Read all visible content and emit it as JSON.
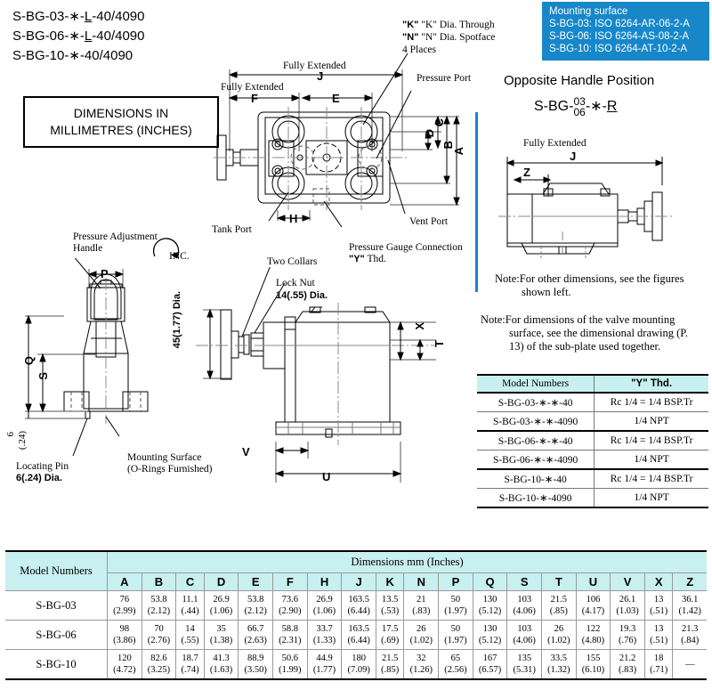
{
  "part_numbers": [
    {
      "pre": "S-BG-03-∗-",
      "ul": "L",
      "post": "-40/4090"
    },
    {
      "pre": "S-BG-06-∗-",
      "ul": "L",
      "post": "-40/4090"
    },
    {
      "pre": "S-BG-10-∗-40/4090",
      "ul": "",
      "post": ""
    }
  ],
  "dimensions_box": {
    "line1": "DIMENSIONS IN",
    "line2": "MILLIMETRES (INCHES)"
  },
  "mounting_surface": {
    "title": "Mounting surface",
    "lines": [
      "S-BG-03: ISO 6264-AR-06-2-A",
      "S-BG-06: ISO 6264-AS-08-2-A",
      "S-BG-10: ISO 6264-AT-10-2-A"
    ],
    "color": "#1787c9"
  },
  "opposite_handle": {
    "title": "Opposite Handle Position",
    "code_prefix": "S-BG-",
    "code_num_top": "03",
    "code_num_bottom": "06",
    "code_suffix": "-∗-",
    "code_letter": "R",
    "fully_extended": "Fully Extended",
    "dim_j": "J",
    "dim_z": "Z",
    "note_label": "Note:",
    "note_text": "For other dimensions, see the figures shown left."
  },
  "subplate_note": {
    "label": "Note:",
    "text": "For dimensions of the valve mounting surface, see the dimensional drawing (P. 13) of the sub-plate used together."
  },
  "top_drawing": {
    "fully_extended_j": "Fully Extended",
    "dim_j": "J",
    "fully_extended_f": "Fully Extended",
    "dim_f": "F",
    "dim_e": "E",
    "dim_h": "H",
    "dim_a": "A",
    "dim_b": "B",
    "dim_c": "C",
    "dim_d": "D",
    "callout_k": "\"K\" Dia. Through",
    "callout_n": "\"N\" Dia. Spotface",
    "callout_places": "4 Places",
    "pressure_port": "Pressure Port",
    "tank_port": "Tank Port",
    "vent_port": "Vent Port",
    "gauge_line1": "Pressure Gauge Connection",
    "gauge_line2": "\"Y\" Thd."
  },
  "left_drawing": {
    "handle_line1": "Pressure Adjustment",
    "handle_line2": "Handle",
    "inc": "INC.",
    "dim_p": "P",
    "dim_q": "Q",
    "dim_s": "S",
    "dim_6": "6",
    "dim_24": "(.24)",
    "locating_pin_line1": "Locating Pin",
    "locating_pin_line2": "6(.24) Dia.",
    "mounting_line1": "Mounting Surface",
    "mounting_line2": "(O-Rings Furnished)"
  },
  "mid_drawing": {
    "two_collars": "Two Collars",
    "lock_nut_line1": "Lock Nut",
    "lock_nut_line2": "14(.55) Dia.",
    "dia_45": "45(1.77)  Dia.",
    "dim_u": "U",
    "dim_v": "V",
    "dim_t": "T",
    "dim_x": "X"
  },
  "ythd_table": {
    "headers": [
      "Model Numbers",
      "\"Y\" Thd."
    ],
    "rows": [
      {
        "model": "S-BG-03-∗-∗-40",
        "thd": "Rc 1/4  = 1/4 BSP.Tr",
        "group": true
      },
      {
        "model": "S-BG-03-∗-∗-4090",
        "thd": "1/4 NPT",
        "group": false
      },
      {
        "model": "S-BG-06-∗-∗-40",
        "thd": "Rc 1/4 = 1/4 BSP.Tr",
        "group": true
      },
      {
        "model": "S-BG-06-∗-∗-4090",
        "thd": "1/4 NPT",
        "group": false
      },
      {
        "model": "S-BG-10-∗-40",
        "thd": "Rc 1/4 = 1/4 BSP.Tr",
        "group": true
      },
      {
        "model": "S-BG-10-∗-4090",
        "thd": "1/4 NPT",
        "group": false
      }
    ]
  },
  "chart_data": {
    "type": "table",
    "title": "Dimensions  mm (Inches)",
    "model_header": "Model Numbers",
    "columns": [
      "A",
      "B",
      "C",
      "D",
      "E",
      "F",
      "H",
      "J",
      "K",
      "N",
      "P",
      "Q",
      "S",
      "T",
      "U",
      "V",
      "X",
      "Z"
    ],
    "rows": [
      {
        "model": "S-BG-03",
        "mm": [
          "76",
          "53.8",
          "11.1",
          "26.9",
          "53.8",
          "73.6",
          "26.9",
          "163.5",
          "13.5",
          "21",
          "50",
          "130",
          "103",
          "21.5",
          "106",
          "26.1",
          "13",
          "36.1"
        ],
        "inch": [
          "(2.99)",
          "(2.12)",
          "(.44)",
          "(1.06)",
          "(2.12)",
          "(2.90)",
          "(1.06)",
          "(6.44)",
          "(.53)",
          "(.83)",
          "(1.97)",
          "(5.12)",
          "(4.06)",
          "(.85)",
          "(4.17)",
          "(1.03)",
          "(.51)",
          "(1.42)"
        ]
      },
      {
        "model": "S-BG-06",
        "mm": [
          "98",
          "70",
          "14",
          "35",
          "66.7",
          "58.8",
          "33.7",
          "163.5",
          "17.5",
          "26",
          "50",
          "130",
          "103",
          "26",
          "122",
          "19.3",
          "13",
          "21.3"
        ],
        "inch": [
          "(3.86)",
          "(2.76)",
          "(.55)",
          "(1.38)",
          "(2.63)",
          "(2.31)",
          "(1.33)",
          "(6.44)",
          "(.69)",
          "(1.02)",
          "(1.97)",
          "(5.12)",
          "(4.06)",
          "(1.02)",
          "(4.80)",
          "(.76)",
          "(.51)",
          "(.84)"
        ]
      },
      {
        "model": "S-BG-10",
        "mm": [
          "120",
          "82.6",
          "18.7",
          "41.3",
          "88.9",
          "50.6",
          "44.9",
          "180",
          "21.5",
          "32",
          "65",
          "167",
          "135",
          "33.5",
          "155",
          "21.2",
          "18",
          "—"
        ],
        "inch": [
          "(4.72)",
          "(3.25)",
          "(.74)",
          "(1.63)",
          "(3.50)",
          "(1.99)",
          "(1.77)",
          "(7.09)",
          "(.85)",
          "(1.26)",
          "(2.56)",
          "(6.57)",
          "(5.31)",
          "(1.32)",
          "(6.10)",
          "(.83)",
          "(.71)",
          ""
        ]
      }
    ]
  }
}
